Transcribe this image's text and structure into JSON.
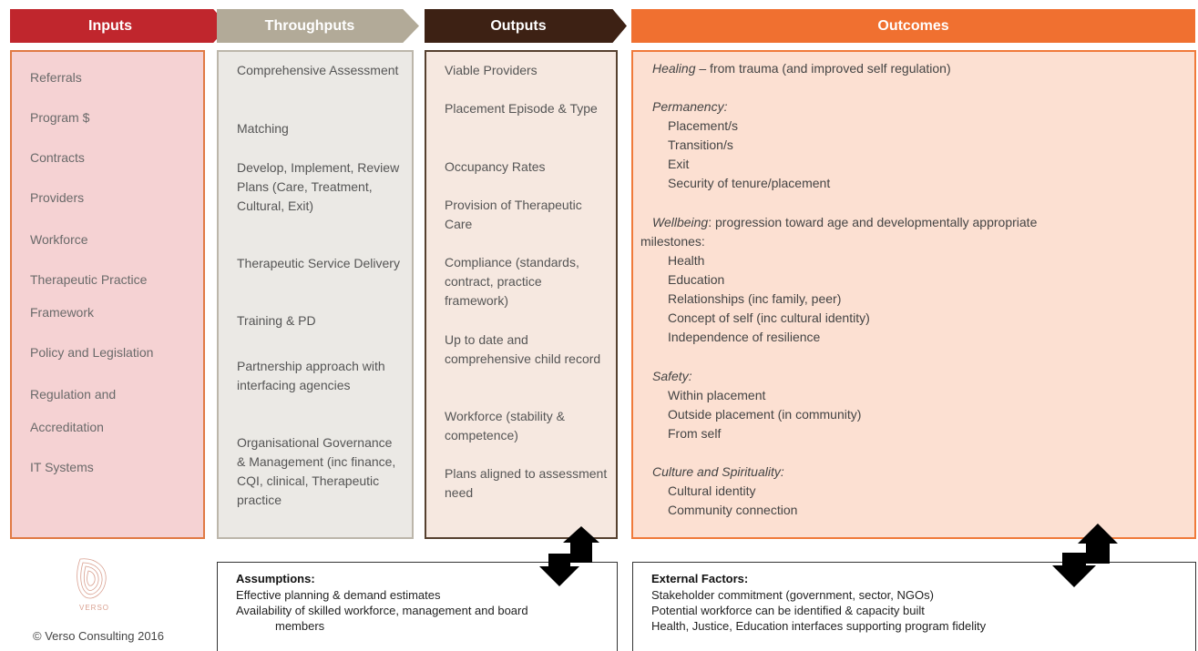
{
  "headers": {
    "inputs": "Inputs",
    "throughputs": "Throughputs",
    "outputs": "Outputs",
    "outcomes": "Outcomes"
  },
  "inputs": [
    "Referrals",
    "Program $",
    "Contracts",
    "Providers",
    "Workforce",
    "Therapeutic Practice",
    "Framework",
    "Policy and Legislation",
    "Regulation and",
    "Accreditation",
    "IT Systems"
  ],
  "throughputs": [
    "Comprehensive Assessment",
    "Matching",
    "Develop, Implement, Review Plans (Care, Treatment, Cultural, Exit)",
    "Therapeutic Service Delivery",
    "Training & PD",
    "Partnership approach with interfacing agencies",
    "Organisational Governance & Management (inc finance, CQI, clinical, Therapeutic practice"
  ],
  "outputs": [
    "Viable Providers",
    "Placement Episode & Type",
    "Occupancy Rates",
    "Provision of Therapeutic Care",
    "Compliance (standards, contract, practice framework)",
    "Up to date and comprehensive child record",
    "Workforce (stability & competence)",
    "Plans aligned to assessment need"
  ],
  "outcomes": {
    "healing_em": "Healing",
    "healing_rest": " – from trauma (and improved self regulation)",
    "permanency": "Permanency:",
    "permanency_items": [
      "Placement/s",
      "Transition/s",
      "Exit",
      "Security of tenure/placement"
    ],
    "wellbeing_em": "Wellbeing",
    "wellbeing_rest": ": progression toward age and developmentally appropriate",
    "wellbeing_cont": "milestones:",
    "wellbeing_items": [
      "Health",
      "Education",
      "Relationships (inc family, peer)",
      "Concept of self (inc cultural identity)",
      "Independence of resilience"
    ],
    "safety": "Safety:",
    "safety_items": [
      "Within placement",
      "Outside placement (in community)",
      "From self"
    ],
    "culture": "Culture and Spirituality:",
    "culture_items": [
      "Cultural identity",
      "Community connection"
    ]
  },
  "assumptions": {
    "title": "Assumptions:",
    "lines": [
      "Effective planning & demand estimates",
      "Availability of skilled workforce, management and board",
      "members"
    ]
  },
  "external": {
    "title": "External Factors:",
    "lines": [
      "Stakeholder commitment (government, sector, NGOs)",
      "Potential workforce can be identified & capacity built",
      "Health, Justice, Education interfaces supporting program fidelity"
    ]
  },
  "logo_text": "VERSO",
  "copyright": "© Verso Consulting 2016"
}
